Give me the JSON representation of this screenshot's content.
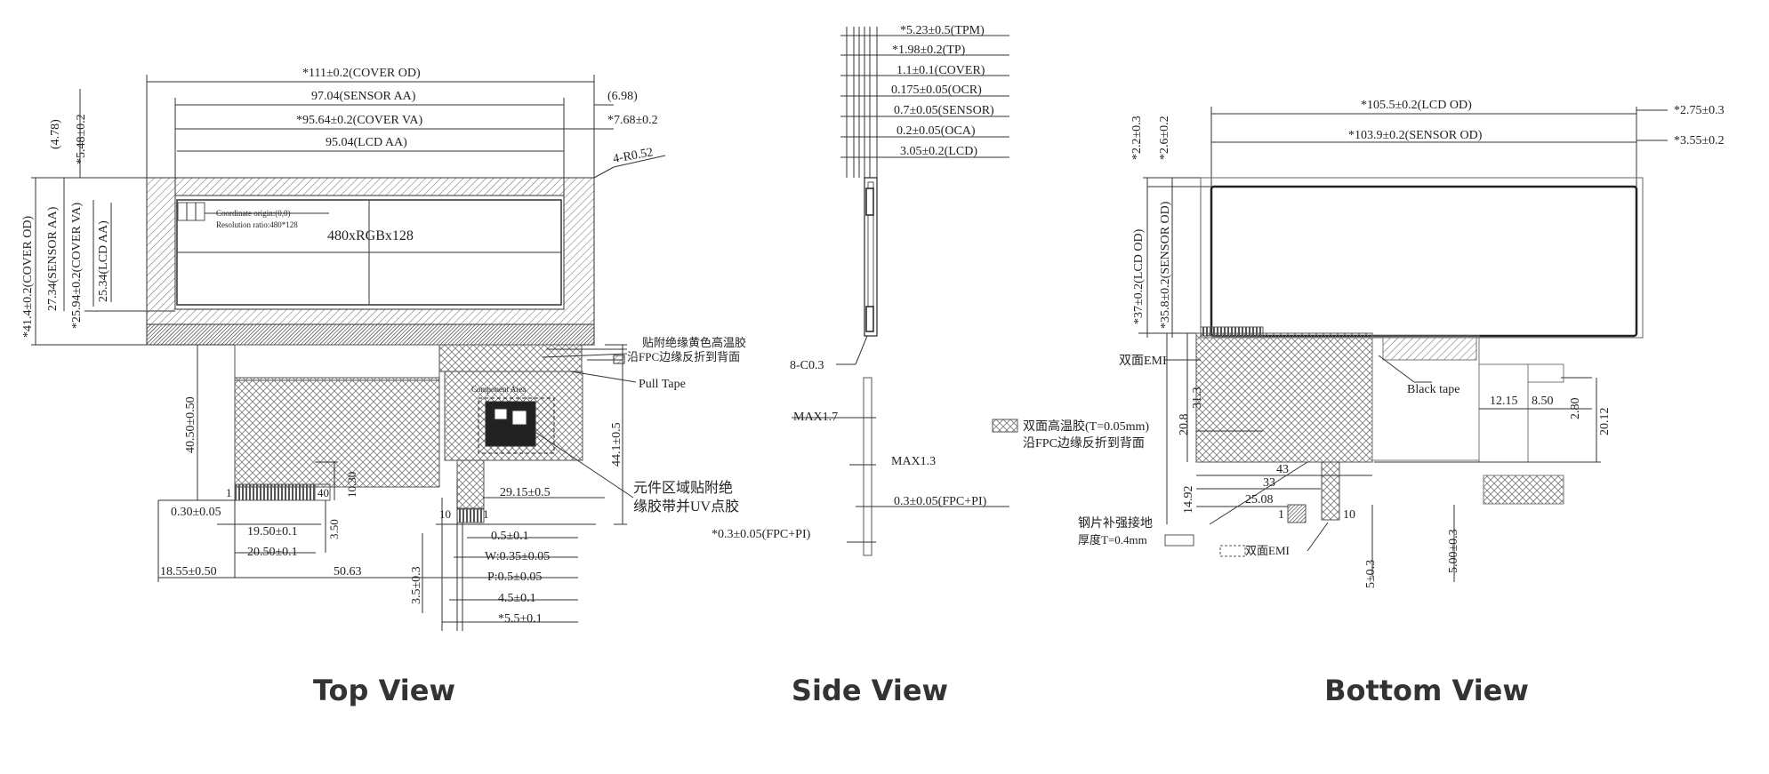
{
  "captions": {
    "top": "Top View",
    "side": "Side View",
    "bottom": "Bottom View"
  },
  "top": {
    "cover_od": "*111±0.2(COVER OD)",
    "sensor_aa": "97.04(SENSOR AA)",
    "gap_698": "(6.98)",
    "cover_va": "*95.64±0.2(COVER VA)",
    "gap_768": "*7.68±0.2",
    "lcd_aa": "95.04(LCD AA)",
    "radius": "4-R0.52",
    "dim_478": "(4.78)",
    "dim_548": "*5.48±0.2",
    "cover_od_v": "*41.4±0.2(COVER OD)",
    "sensor_aa_v": "27.34(SENSOR AA)",
    "cover_va_v": "*25.94±0.2(COVER VA)",
    "lcd_aa_v": "25.34(LCD AA)",
    "origin": "Coordinate origin:(0,0)",
    "resolution": "Resolution ratio:480*128",
    "res_label": "480xRGBx128",
    "tape_note1": "贴附绝缘黄色高温胶",
    "tape_note2": "沿FPC边缘反折到背面",
    "pull_tape": "Pull Tape",
    "component_area": "Component Area",
    "dim_4050": "40.50±0.50",
    "dim_441": "44.1±0.5",
    "dim_1030": "10.30",
    "pin_1": "1",
    "pin_40": "40",
    "dim_2915": "29.15±0.5",
    "uv_note1": "元件区域贴附绝",
    "uv_note2": "缘胶带并UV点胶",
    "dim_030": "0.30±0.05",
    "dim_350": "3.50",
    "dim_1950": "19.50±0.1",
    "dim_2050": "20.50±0.1",
    "pin_10": "10",
    "dim_05": "0.5±0.1",
    "dim_w": "W:0.35±0.05",
    "dim_p": "P:0.5±0.05",
    "dim_45": "4.5±0.1",
    "dim_55": "*5.5±0.1",
    "dim_35": "3.5±0.3",
    "dim_1855": "18.55±0.50",
    "dim_5063": "50.63"
  },
  "side": {
    "tpm": "*5.23±0.5(TPM)",
    "tp": "*1.98±0.2(TP)",
    "cover": "1.1±0.1(COVER)",
    "ocr": "0.175±0.05(OCR)",
    "sensor": "0.7±0.05(SENSOR)",
    "oca": "0.2±0.05(OCA)",
    "lcd": "3.05±0.2(LCD)",
    "chamfer": "8-C0.3",
    "max17": "MAX1.7",
    "max13": "MAX1.3",
    "fpc1": "0.3±0.05(FPC+PI)",
    "fpc2": "*0.3±0.05(FPC+PI)"
  },
  "bottom": {
    "dim_22": "*2.2±0.3",
    "dim_26": "*2.6±0.2",
    "lcd_od": "*105.5±0.2(LCD OD)",
    "dim_275": "*2.75±0.3",
    "sensor_od": "*103.9±0.2(SENSOR OD)",
    "dim_355": "*3.55±0.2",
    "lcd_od_v": "*37±0.2(LCD OD)",
    "sensor_od_v": "*35.8±0.2(SENSOR OD)",
    "emi1": "双面EMI",
    "black_tape": "Black tape",
    "dim_1215": "12.15",
    "dim_850": "8.50",
    "dim_280": "2.80",
    "dim_2012": "20.12",
    "dim_313": "31.3",
    "dim_208": "20.8",
    "tape_note1": "双面高温胶(T=0.05mm)",
    "tape_note2": "沿FPC边缘反折到背面",
    "dim_43": "43",
    "dim_33": "33",
    "dim_1492": "14.92",
    "dim_2508": "25.08",
    "pin_1": "1",
    "pin_10": "10",
    "steel1": "钢片补强接地",
    "steel2": "厚度T=0.4mm",
    "emi2": "双面EMI",
    "dim_5": "5±0.3",
    "dim_500": "5.00±0.3"
  }
}
